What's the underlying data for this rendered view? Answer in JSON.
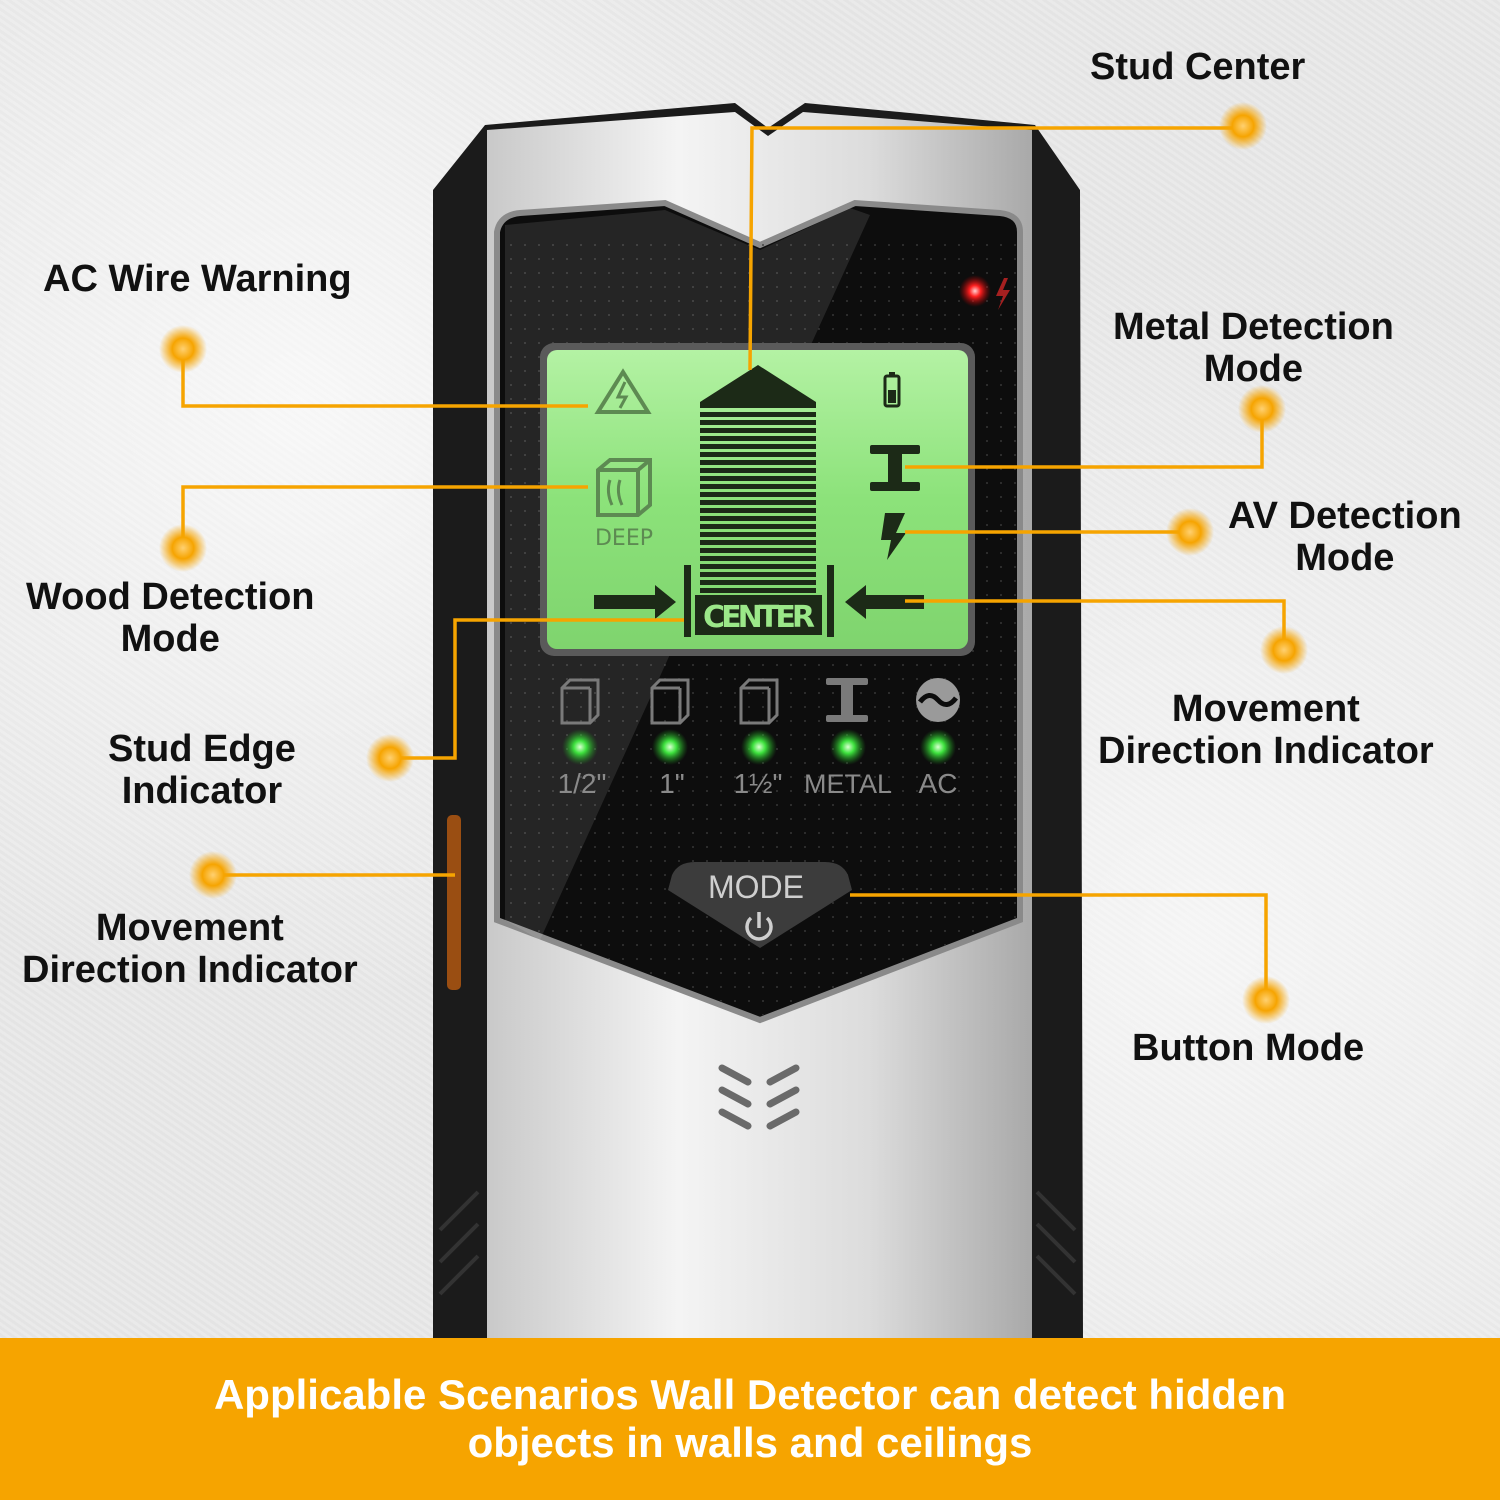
{
  "labels": {
    "stud_center": "Stud Center",
    "ac_wire_warning": "AC Wire Warning",
    "metal_detection": [
      "Metal Detection",
      "Mode"
    ],
    "av_detection": [
      "AV Detection",
      "Mode"
    ],
    "wood_detection": [
      "Wood Detection",
      "Mode"
    ],
    "movement_right": [
      "Movement",
      "Direction Indicator"
    ],
    "stud_edge": [
      "Stud Edge",
      "Indicator"
    ],
    "movement_left": [
      "Movement",
      "Direction Indicator"
    ],
    "button_mode": "Button Mode"
  },
  "device": {
    "lcd": {
      "deep": "DEEP",
      "center": "CENTER"
    },
    "indicators": [
      "1/2\"",
      "1\"",
      "1½\"",
      "METAL",
      "AC"
    ],
    "mode_button": "MODE"
  },
  "banner": {
    "line1": "Applicable Scenarios Wall Detector can detect hidden",
    "line2": "objects in walls and ceilings"
  },
  "colors": {
    "accent": "#f6a400",
    "lcd_green": "#8fe37a",
    "led_green": "#3ee23e",
    "led_red": "#ff2020"
  }
}
